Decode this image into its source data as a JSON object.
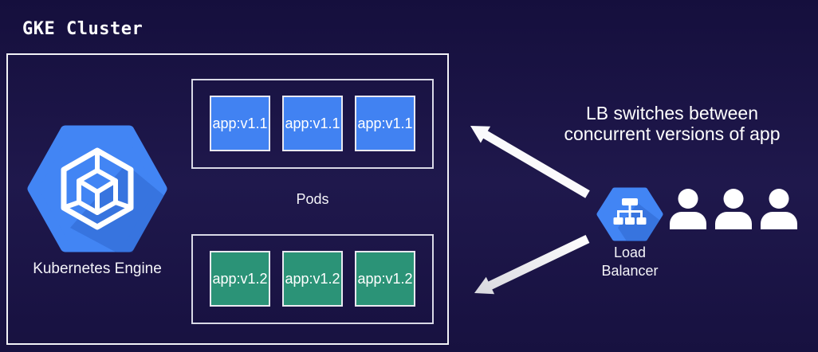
{
  "title": "GKE Cluster",
  "cluster": {
    "engine_label": "Kubernetes Engine",
    "pods_label": "Pods",
    "v1_pods": [
      "app:v1.1",
      "app:v1.1",
      "app:v1.1"
    ],
    "v2_pods": [
      "app:v1.2",
      "app:v1.2",
      "app:v1.2"
    ]
  },
  "annotation": {
    "line1": "LB switches between",
    "line2": "concurrent versions of app"
  },
  "load_balancer": {
    "label_line1": "Load",
    "label_line2": "Balancer"
  },
  "users": {
    "count": 3
  },
  "icons": {
    "kubernetes_engine": "blue-hexagon-with-cube",
    "load_balancer": "blue-hexagon-with-network-tree",
    "user": "person-silhouette",
    "arrow_up": "thick-arrow-up-left",
    "arrow_down": "thick-arrow-down-left"
  },
  "colors": {
    "background": "#1a1347",
    "container_border": "#f2f2f7",
    "pods_border": "#d9d9e6",
    "app_v1_blue": "#4182f2",
    "app_v2_green": "#2b9377",
    "gcp_blue": "#4285f4",
    "gcp_blue_shadow": "#2257c2",
    "arrow": "#f5f5f8",
    "text": "#ffffff"
  }
}
